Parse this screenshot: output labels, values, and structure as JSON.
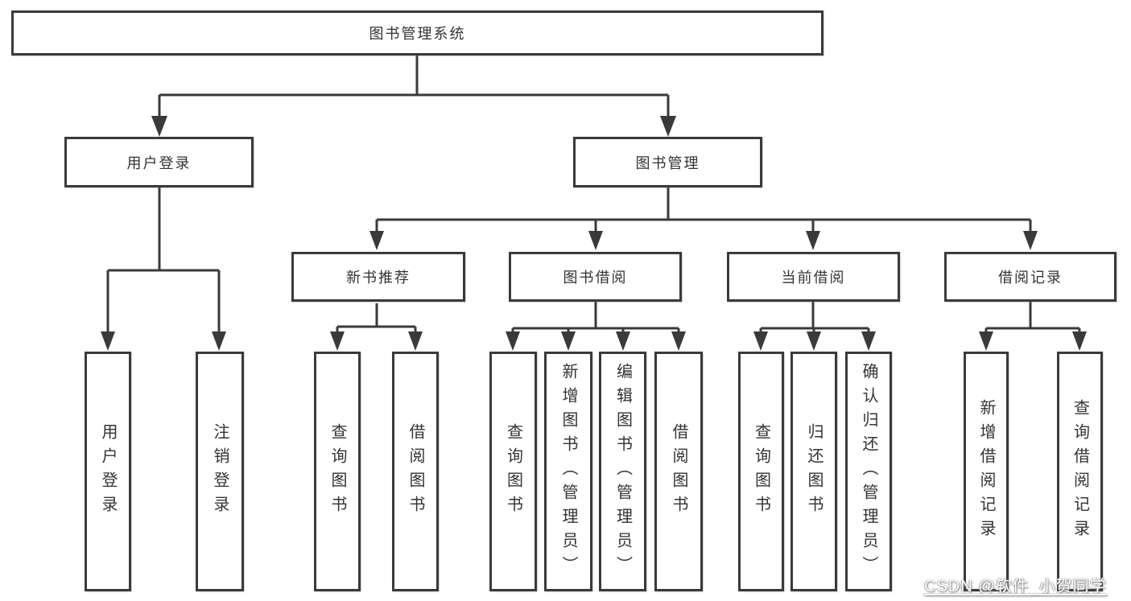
{
  "diagram": {
    "title": "图书管理系统",
    "watermark": "CSDN @软件_小贺同学",
    "colors": {
      "line": "#3a3a3a",
      "box_border": "#3a3a3a",
      "text": "#333333",
      "background": "#ffffff",
      "watermark_text": "#fcfcfc"
    },
    "level1": [
      {
        "label": "用户登录"
      },
      {
        "label": "图书管理"
      }
    ],
    "level2": [
      {
        "label": "新书推荐"
      },
      {
        "label": "图书借阅"
      },
      {
        "label": "当前借阅"
      },
      {
        "label": "借阅记录"
      }
    ],
    "leaves": {
      "login": [
        {
          "label": "用户登录"
        },
        {
          "label": "注销登录"
        }
      ],
      "recommend": [
        {
          "label": "查询图书"
        },
        {
          "label": "借阅图书"
        }
      ],
      "borrow": [
        {
          "label": "查询图书"
        },
        {
          "label": "新增图书（管理员）"
        },
        {
          "label": "编辑图书（管理员）"
        },
        {
          "label": "借阅图书"
        }
      ],
      "current": [
        {
          "label": "查询图书"
        },
        {
          "label": "归还图书"
        },
        {
          "label": "确认归还（管理员）"
        }
      ],
      "records": [
        {
          "label": "新增借阅记录"
        },
        {
          "label": "查询借阅记录"
        }
      ]
    }
  }
}
